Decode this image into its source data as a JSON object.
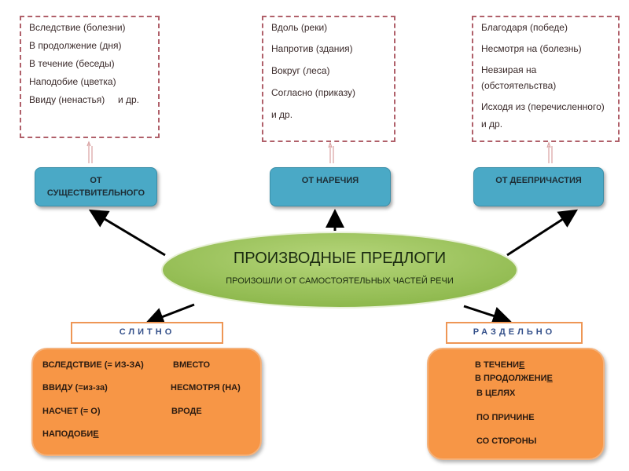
{
  "top_examples": {
    "noun": [
      "Вследствие (болезни)",
      "В продолжение (дня)",
      "В течение (беседы)",
      "Наподобие (цветка)",
      "Ввиду (ненастья)",
      "и др."
    ],
    "adverb": [
      "Вдоль (реки)",
      "Напротив (здания)",
      "Вокруг (леса)",
      "Согласно  (приказу)",
      "и др."
    ],
    "gerund": [
      "Благодаря (победе)",
      "Несмотря на (болезнь)",
      "Невзирая на",
      "(обстоятельства)",
      "Исходя из (перечисленного)",
      "и др."
    ]
  },
  "sources": {
    "noun_line1": "ОТ",
    "noun_line2": "СУЩЕСТВИТЕЛЬНОГО",
    "adverb": "ОТ НАРЕЧИЯ",
    "gerund": "ОТ ДЕЕПРИЧАСТИЯ"
  },
  "center": {
    "title": "ПРОИЗВОДНЫЕ ПРЕДЛОГИ",
    "subtitle": "ПРОИЗОШЛИ ОТ САМОСТОЯТЕЛЬНЫХ ЧАСТЕЙ РЕЧИ"
  },
  "together": {
    "label": "СЛИТНО",
    "items": [
      "ВСЛЕДСТВИЕ  (= ИЗ-ЗА)",
      "ВВИДУ  (=из-за)",
      "НАСЧЕТ  (= О)",
      "НАПОДОБИ",
      "Е",
      "ВМЕСТО",
      "НЕСМОТРЯ (НА)",
      "ВРОДЕ"
    ]
  },
  "separate": {
    "label": "РАЗДЕЛЬНО",
    "items": [
      "В ТЕЧЕНИ",
      "Е",
      "В ПРОДОЛЖЕНИ",
      "Е",
      "В ЦЕЛЯХ",
      "ПО ПРИЧИНЕ",
      "СО СТОРОНЫ"
    ]
  },
  "colors": {
    "ellipse": "#9dc35a",
    "source_box": "#4aa9c6",
    "group_box": "#f79646",
    "dashed_border": "#b0606a"
  }
}
